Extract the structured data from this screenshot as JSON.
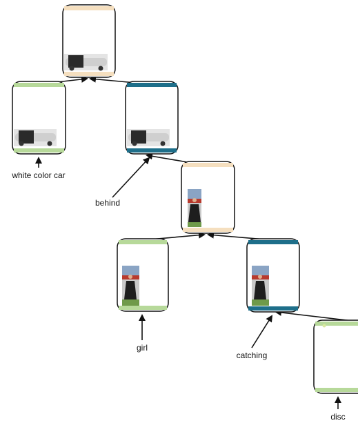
{
  "colors": {
    "and_node": "#f5dfbf",
    "attribute_node": "#b7d99a",
    "relation_node": "#1e6f8a",
    "edge": "#111111"
  },
  "nodes": [
    {
      "id": "root",
      "kind": "and_node",
      "image": "car-crop-thumbnail"
    },
    {
      "id": "white_color_car",
      "kind": "attribute_node",
      "image": "car-crop-thumbnail"
    },
    {
      "id": "behind_rel",
      "kind": "relation_node",
      "image": "car-crop-thumbnail"
    },
    {
      "id": "mid",
      "kind": "and_node",
      "image": "girl-crop-thumbnail"
    },
    {
      "id": "girl",
      "kind": "attribute_node",
      "image": "girl-crop-thumbnail"
    },
    {
      "id": "catching_rel",
      "kind": "relation_node",
      "image": "girl-crop-thumbnail"
    },
    {
      "id": "disc",
      "kind": "attribute_node",
      "image": "disc-crop-thumbnail"
    }
  ],
  "labels": {
    "white_color_car": "white color car",
    "behind": "behind",
    "girl": "girl",
    "catching": "catching",
    "disc": "disc"
  }
}
